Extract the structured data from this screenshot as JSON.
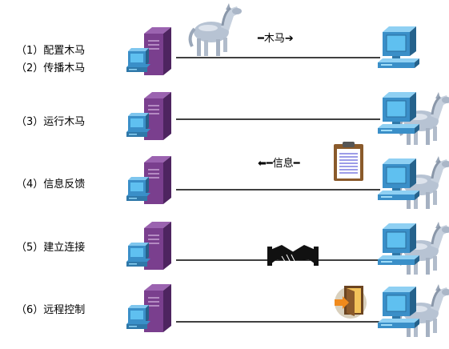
{
  "steps": [
    {
      "label": "（1）配置木马",
      "label2": "（2）传播木马",
      "tag": "━木马➔",
      "tag_direction": "right"
    },
    {
      "label": "（3）运行木马"
    },
    {
      "label": "（4）信息反馈",
      "tag": "⬅━信息━",
      "tag_direction": "left"
    },
    {
      "label": "（5）建立连接"
    },
    {
      "label": "（6）远程控制"
    }
  ],
  "colors": {
    "server_tower": "#7a3f8e",
    "server_tower_dark": "#4e2460",
    "monitor_body": "#3a8fc8",
    "monitor_screen": "#5fc0f0",
    "horse": "#b7c3d3",
    "line": "#000000"
  },
  "icons": {
    "attacker": "server-with-monitor-icon",
    "victim": "computer-icon",
    "trojan": "trojan-horse-icon",
    "document": "clipboard-document-icon",
    "handshake": "handshake-icon",
    "door": "open-door-icon"
  }
}
